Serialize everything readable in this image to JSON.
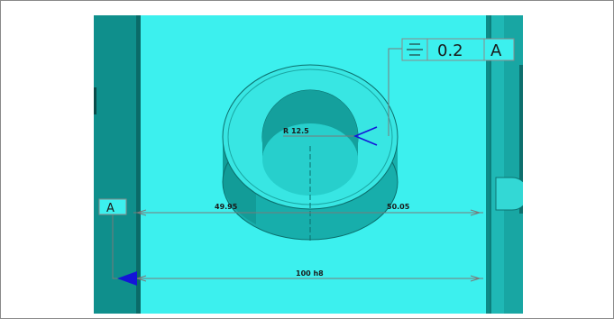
{
  "annotations": {
    "radius_label": "R 12.5",
    "dim_left": "49.95",
    "dim_right": "50.05",
    "dim_overall": "100 h8",
    "tolerance_value": "0.2",
    "tolerance_datum": "A",
    "datum_label": "A"
  },
  "colors": {
    "part_face": "#3cf0ee",
    "part_dark": "#0f8f8c",
    "part_mid": "#21c3c0",
    "dim_line": "#7a7a7a",
    "arrow_blue": "#1414d8"
  },
  "icons": {
    "symmetry_symbol": "symmetry-icon",
    "datum_arrow": "datum-triangle-icon"
  }
}
